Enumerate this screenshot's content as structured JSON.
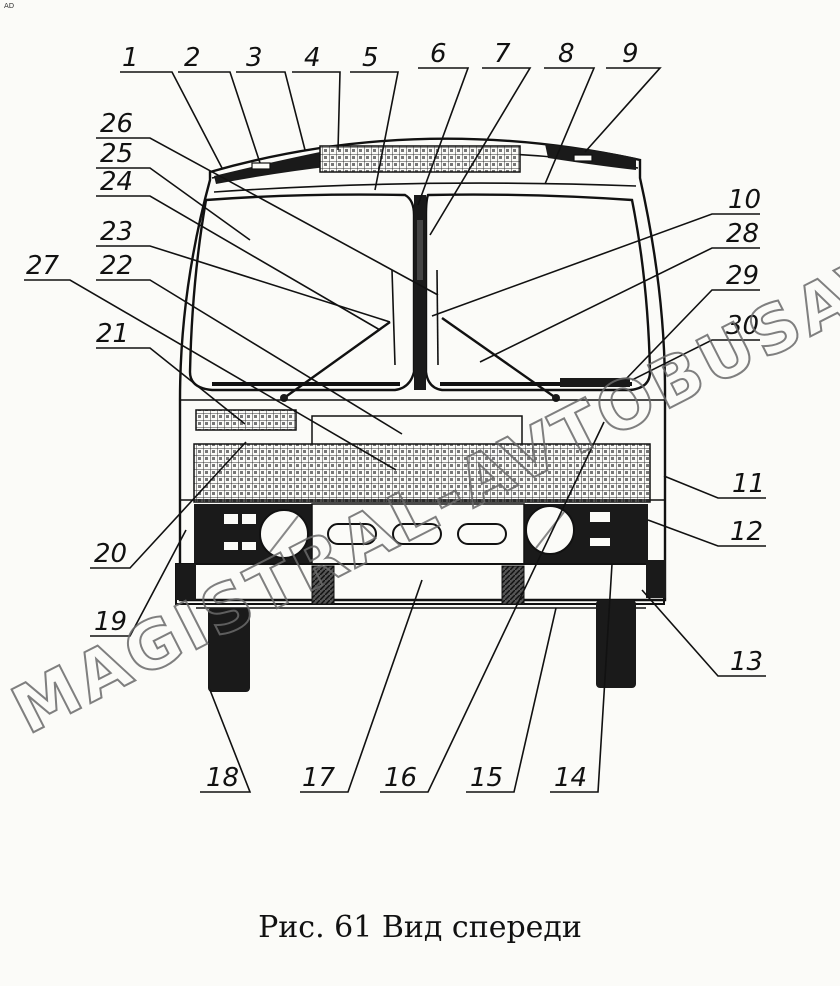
{
  "figure": {
    "caption": "Рис. 61 Вид спереди",
    "corner_mark": "AD",
    "watermark": "MAGISTRAL-AVTOBUSAVTOCAST.ONLINE"
  },
  "callouts": [
    "1",
    "2",
    "3",
    "4",
    "5",
    "6",
    "7",
    "8",
    "9",
    "10",
    "11",
    "12",
    "13",
    "14",
    "15",
    "16",
    "17",
    "18",
    "19",
    "20",
    "21",
    "22",
    "23",
    "24",
    "25",
    "26",
    "27",
    "28",
    "29",
    "30"
  ],
  "colors": {
    "ink": "#111111",
    "paper": "#fbfbf8",
    "watermark": "#6a6a6a"
  }
}
